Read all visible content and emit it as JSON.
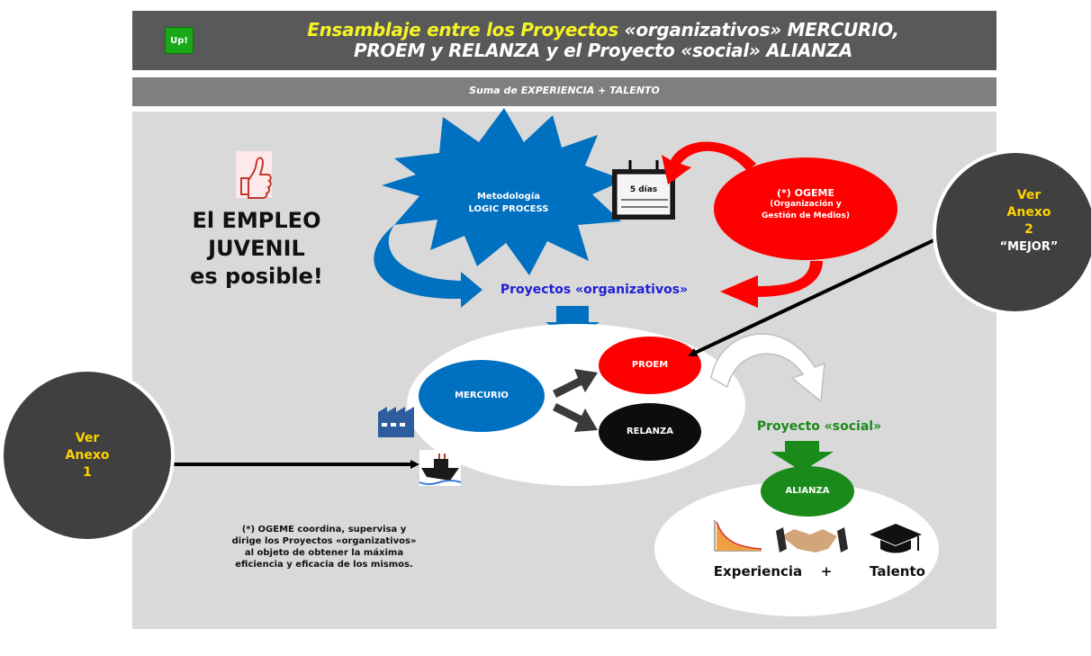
{
  "header": {
    "logo": "Up!",
    "title_line1_part1": "Ensamblaje entre los Proyectos ",
    "title_line1_part2": "«organizativos» MERCURIO,",
    "title_line2": "PROEM y RELANZA y  el Proyecto «social» ALIANZA",
    "subtitle": "Suma de EXPERIENCIA + TALENTO"
  },
  "left_block": {
    "line1": "El EMPLEO",
    "line2": "JUVENIL",
    "line3": "es posible!"
  },
  "diagram": {
    "methodology_line1": "Metodología",
    "methodology_line2": "LOGIC PROCESS",
    "calendar": "5 días",
    "ogeme_title": "(*) OGEME",
    "ogeme_sub1": "(Organización y",
    "ogeme_sub2": "Gestión de Medios)",
    "org_projects": "Proyectos «organizativos»",
    "mercurio": "MERCURIO",
    "proem": "PROEM",
    "relanza": "RELANZA",
    "social_project": "Proyecto «social»",
    "alianza": "ALIANZA",
    "experiencia": "Experiencia",
    "plus": "+",
    "talento": "Talento"
  },
  "note": {
    "line1": "(*) OGEME coordina,  supervisa y",
    "line2": "dirige los Proyectos «organizativos»",
    "line3": "al objeto de obtener  la máxima",
    "line4": "eficiencia y eficacia de los mismos."
  },
  "callouts": {
    "anexo1": [
      "Ver",
      "Anexo",
      "1"
    ],
    "anexo2": [
      "Ver",
      "Anexo",
      "2",
      "“MEJOR”"
    ]
  },
  "colors": {
    "header_bg": "#595959",
    "subbar_bg": "#7f7f7f",
    "canvas_bg": "#d9d9d9",
    "title_yellow": "#f5f226",
    "blue": "#0070c0",
    "red": "#ff0000",
    "green": "#1a8a1a",
    "callout_bg": "#404040",
    "callout_text": "#ffd200"
  }
}
